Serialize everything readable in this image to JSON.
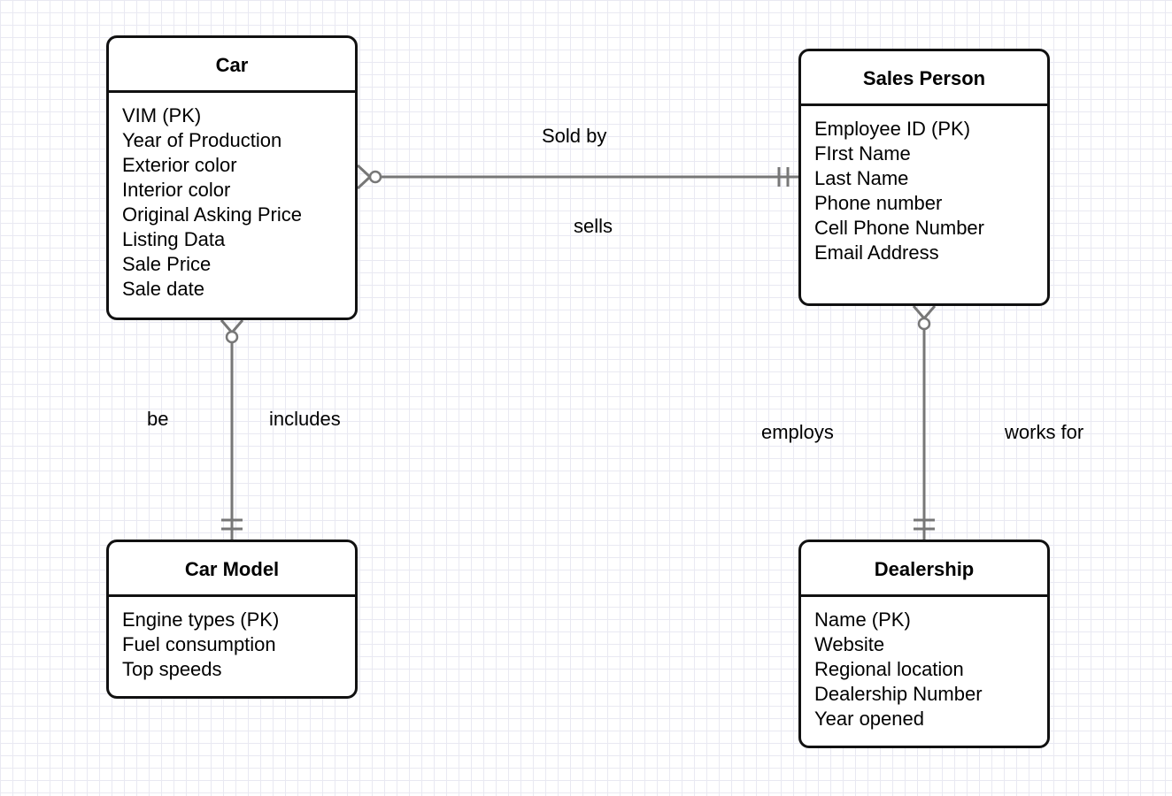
{
  "entities": {
    "car": {
      "title": "Car",
      "fields": [
        "VIM (PK)",
        "Year of Production",
        "Exterior color",
        "Interior color",
        "Original Asking Price",
        "Listing Data",
        "Sale Price",
        "Sale date"
      ]
    },
    "sales_person": {
      "title": "Sales Person",
      "fields": [
        "Employee ID (PK)",
        "FIrst Name",
        "Last Name",
        "Phone number",
        "Cell Phone Number",
        "Email Address"
      ]
    },
    "car_model": {
      "title": "Car Model",
      "fields": [
        "Engine types (PK)",
        "Fuel consumption",
        "Top speeds"
      ]
    },
    "dealership": {
      "title": "Dealership",
      "fields": [
        "Name (PK)",
        "Website",
        "Regional location",
        "Dealership Number",
        "Year opened"
      ]
    }
  },
  "relationships": [
    {
      "from": "Car",
      "to": "Sales Person",
      "label_forward": "Sold by",
      "label_reverse": "sells",
      "from_cardinality": "zero-or-many",
      "to_cardinality": "one-and-only-one"
    },
    {
      "from": "Car",
      "to": "Car Model",
      "label_forward": "includes",
      "label_reverse": "be",
      "from_cardinality": "zero-or-many",
      "to_cardinality": "one-and-only-one"
    },
    {
      "from": "Sales Person",
      "to": "Dealership",
      "label_forward": "works for",
      "label_reverse": "employs",
      "from_cardinality": "zero-or-many",
      "to_cardinality": "one-and-only-one"
    }
  ],
  "labels": {
    "sold_by": "Sold by",
    "sells": "sells",
    "be": "be",
    "includes": "includes",
    "employs": "employs",
    "works_for": "works for"
  },
  "colors": {
    "line": "#777777",
    "border": "#111111",
    "grid": "#e9e9f2"
  }
}
